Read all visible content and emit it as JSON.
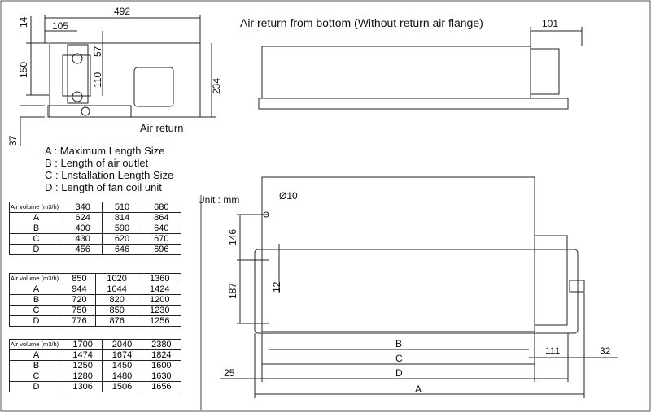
{
  "top_view": {
    "dim_width": "492",
    "dim_105": "105",
    "dim_14": "14",
    "dim_57": "57",
    "dim_150": "150",
    "dim_110": "110",
    "dim_234": "234",
    "dim_37": "37",
    "air_return": "Air return"
  },
  "side_view": {
    "title": "Air return from bottom (Without  return air flange)",
    "dim_101": "101"
  },
  "legend": [
    "A : Maximum Length Size",
    "B : Length of air outlet",
    "C : Lnstallation Length  Size",
    "D : Length of fan coil unit"
  ],
  "plan_view": {
    "unit": "Unit : mm",
    "hole": "Ø10",
    "dim_146": "146",
    "dim_187": "187",
    "dim_12": "12",
    "dim_B": "B",
    "dim_C": "C",
    "dim_D": "D",
    "dim_A": "A",
    "dim_25": "25",
    "dim_111": "111",
    "dim_32": "32"
  },
  "tables": [
    {
      "header": "Air volume (m3/h)",
      "volumes": [
        "340",
        "510",
        "680"
      ],
      "rows": [
        {
          "k": "A",
          "v": [
            "624",
            "814",
            "864"
          ]
        },
        {
          "k": "B",
          "v": [
            "400",
            "590",
            "640"
          ]
        },
        {
          "k": "C",
          "v": [
            "430",
            "620",
            "670"
          ]
        },
        {
          "k": "D",
          "v": [
            "456",
            "646",
            "696"
          ]
        }
      ]
    },
    {
      "header": "Air volume (m3/h)",
      "volumes": [
        "850",
        "1020",
        "1360"
      ],
      "rows": [
        {
          "k": "A",
          "v": [
            "944",
            "1044",
            "1424"
          ]
        },
        {
          "k": "B",
          "v": [
            "720",
            "820",
            "1200"
          ]
        },
        {
          "k": "C",
          "v": [
            "750",
            "850",
            "1230"
          ]
        },
        {
          "k": "D",
          "v": [
            "776",
            "876",
            "1256"
          ]
        }
      ]
    },
    {
      "header": "Air volume (m3/h)",
      "volumes": [
        "1700",
        "2040",
        "2380"
      ],
      "rows": [
        {
          "k": "A",
          "v": [
            "1474",
            "1674",
            "1824"
          ]
        },
        {
          "k": "B",
          "v": [
            "1250",
            "1450",
            "1600"
          ]
        },
        {
          "k": "C",
          "v": [
            "1280",
            "1480",
            "1630"
          ]
        },
        {
          "k": "D",
          "v": [
            "1306",
            "1506",
            "1656"
          ]
        }
      ]
    }
  ]
}
